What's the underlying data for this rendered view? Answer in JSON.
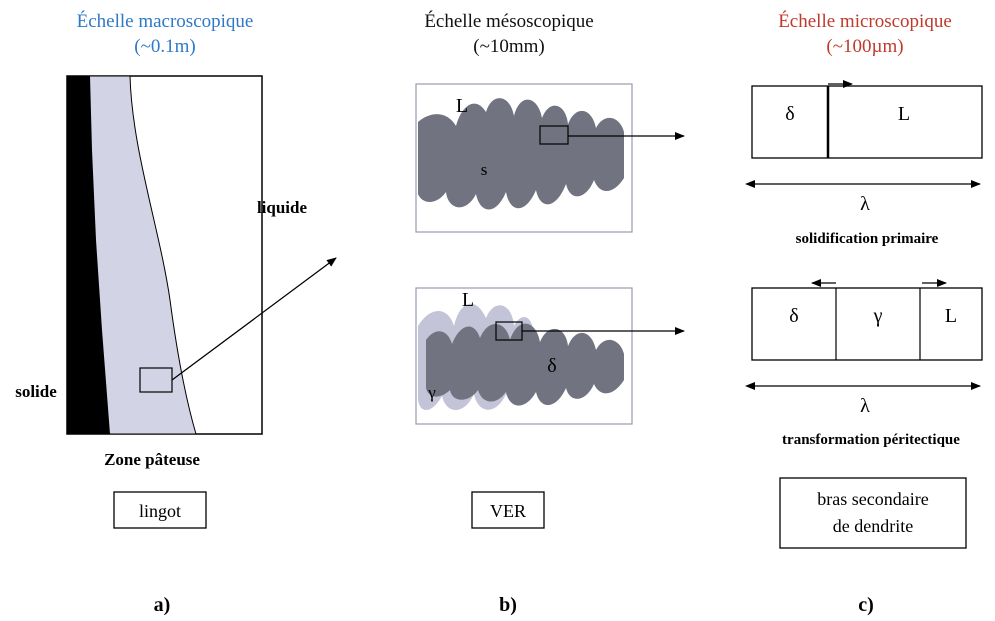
{
  "titles": {
    "macro": {
      "line1": "Échelle macroscopique",
      "line2": "(~0.1m)",
      "color": "#2e78c8"
    },
    "meso": {
      "line1": "Échelle mésoscopique",
      "line2": "(~10mm)",
      "color": "#111111"
    },
    "micro": {
      "line1": "Échelle microscopique",
      "line2": "(~100µm)",
      "color": "#c0392b"
    }
  },
  "macro": {
    "liquid": "liquide",
    "solid": "solide",
    "mushy": "Zone pâteuse",
    "box": "lingot",
    "panel": "a)",
    "colors": {
      "solid": "#000000",
      "mushy": "#d3d3e6"
    }
  },
  "meso": {
    "top": {
      "L": "L",
      "s": "s"
    },
    "bottom": {
      "L": "L",
      "gamma": "γ",
      "delta": "δ"
    },
    "box": "VER",
    "panel": "b)",
    "colors": {
      "dendrite": "#717480",
      "gamma_shell": "#c4c4d8",
      "frame": "#9a9ab0"
    }
  },
  "micro": {
    "top": {
      "delta": "δ",
      "L": "L",
      "lambda": "λ",
      "caption": "solidification primaire"
    },
    "bottom": {
      "delta": "δ",
      "gamma": "γ",
      "L": "L",
      "lambda": "λ",
      "caption": "transformation péritectique"
    },
    "box_line1": "bras secondaire",
    "box_line2": "de dendrite",
    "panel": "c)"
  }
}
